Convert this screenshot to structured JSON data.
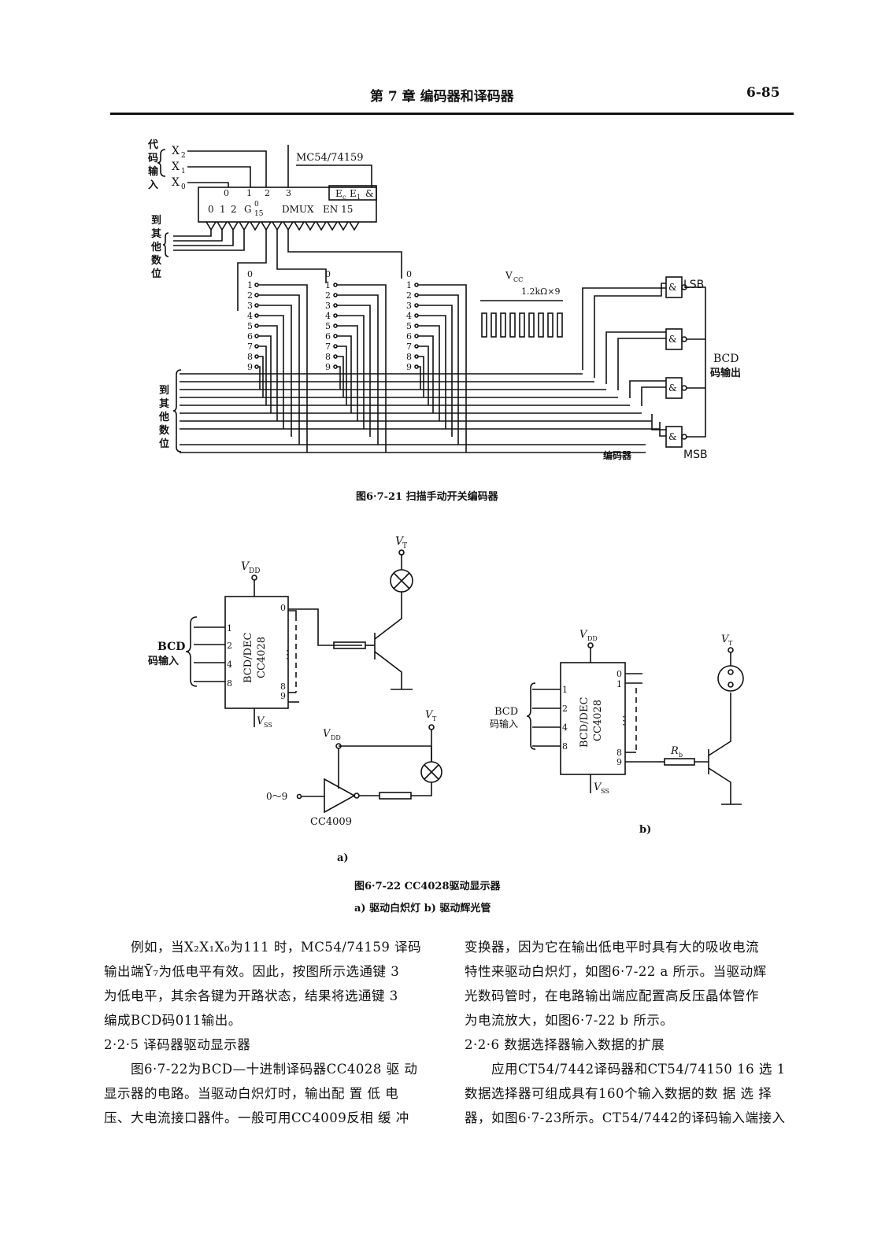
{
  "header": {
    "chapter": "第 7 章   编码器和译码器",
    "page_number": "6-85"
  },
  "fig21": {
    "code_input_label": [
      "代",
      "码",
      "输",
      "入"
    ],
    "inputs": [
      "X",
      "X",
      "X"
    ],
    "input_subs": [
      "2",
      "1",
      "0"
    ],
    "chip": "MC54/74159",
    "pin_top": [
      "0",
      "1",
      "2",
      "3"
    ],
    "out_nums": [
      "0",
      "1",
      "2"
    ],
    "g_label": "G",
    "g_sup": "0",
    "g_sub": "15",
    "dmux": "DMUX",
    "en": "EN 15",
    "e_c": "E",
    "e_c_sub": "c",
    "e_1": "E",
    "e_1_sub": "1",
    "and_sym": "&",
    "other_digits": [
      "到",
      "其",
      "他",
      "数",
      "位"
    ],
    "switch_nums": [
      "0",
      "1",
      "2",
      "3",
      "4",
      "5",
      "6",
      "7",
      "8",
      "9"
    ],
    "vcc": "V",
    "vcc_sub": "CC",
    "res": "1.2kΩ×9",
    "lsb": "LSB",
    "msb": "MSB",
    "bcd_out": [
      "BCD",
      "码输出"
    ],
    "encoder": "编码器",
    "caption": "图6·7-21   扫描手动开关编码器"
  },
  "fig22": {
    "vdd": "V",
    "vdd_sub": "DD",
    "vss": "V",
    "vss_sub": "SS",
    "vt": "V",
    "vt_sub": "T",
    "chip_title": "BCD/DEC",
    "chip_name": "CC4028",
    "bcd_in": [
      "BCD",
      "码输入"
    ],
    "pins_in": [
      "1",
      "2",
      "4",
      "8"
    ],
    "pins_out_top": [
      "0"
    ],
    "pins_out_bottom": [
      "8",
      "9"
    ],
    "pins_out_top_b": [
      "0",
      "1"
    ],
    "dots": "⋮",
    "inv_in": "0～9",
    "inverter": "CC4009",
    "rb": "R",
    "rb_sub": "b",
    "label_a": "a)",
    "label_b": "b)",
    "caption": "图6·7-22   CC4028驱动显示器",
    "subcaption": "a) 驱动白炽灯    b) 驱动辉光管"
  },
  "text": {
    "left_para1": [
      "例如，当X₂X₁X₀为111 时，MC54/74159 译码",
      "输出端Ȳ₇为低电平有效。因此，按图所示选通键 3",
      "为低电平，其余各键为开路状态，结果将选通键 3",
      "编成BCD码011输出。"
    ],
    "section_225": "2·2·5   译码器驱动显示器",
    "left_para2": [
      "图6·7-22为BCD—十进制译码器CC4028 驱 动",
      "显示器的电路。当驱动白炽灯时，输出配 置 低 电",
      "压、大电流接口器件。一般可用CC4009反相 缓 冲"
    ],
    "right_para1": [
      "变换器，因为它在输出低电平时具有大的吸收电流",
      "特性来驱动白炽灯，如图6·7-22 a 所示。当驱动辉",
      "光数码管时，在电路输出端应配置高反压晶体管作",
      "为电流放大，如图6·7-22 b 所示。"
    ],
    "section_226": "2·2·6   数据选择器输入数据的扩展",
    "right_para2": [
      "应用CT54/7442译码器和CT54/74150 16 选 1",
      "数据选择器可组成具有160个输入数据的数 据 选 择",
      "器，如图6·7-23所示。CT54/7442的译码输入端接入"
    ]
  }
}
